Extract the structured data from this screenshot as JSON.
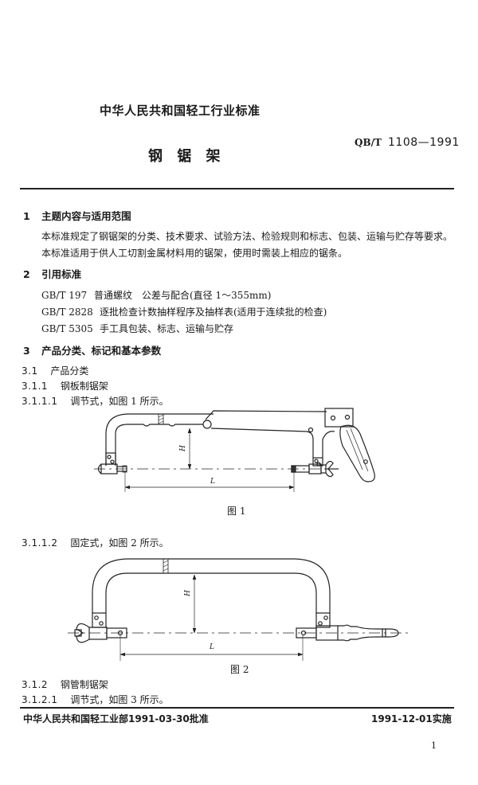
{
  "header": {
    "issuer": "中华人民共和国轻工行业标准",
    "standard_prefix": "QB/T",
    "standard_number": "1108—1991",
    "title": "钢 锯 架"
  },
  "sections": {
    "s1": {
      "number": "1",
      "heading": "主题内容与适用范围",
      "paragraphs": [
        "本标准规定了钢锯架的分类、技术要求、试验方法、检验规则和标志、包装、运输与贮存等要求。",
        "本标准适用于供人工切割金属材料用的锯架，使用时需装上相应的锯条。"
      ]
    },
    "s2": {
      "number": "2",
      "heading": "引用标准",
      "refs": [
        {
          "code": "GB/T 197",
          "title": "普通螺纹　公差与配合(直径 1～355mm)"
        },
        {
          "code": "GB/T 2828",
          "title": "逐批检查计数抽样程序及抽样表(适用于连续批的检查)"
        },
        {
          "code": "GB/T 5305",
          "title": "手工具包装、标志、运输与贮存"
        }
      ]
    },
    "s3": {
      "number": "3",
      "heading": "产品分类、标记和基本参数",
      "items": [
        {
          "number": "3.1",
          "text": "产品分类"
        },
        {
          "number": "3.1.1",
          "text": "钢板制锯架"
        },
        {
          "number": "3.1.1.1",
          "text": "调节式，如图 1 所示。"
        },
        {
          "number": "3.1.1.2",
          "text": "固定式，如图 2 所示。"
        },
        {
          "number": "3.1.2",
          "text": "钢管制锯架"
        },
        {
          "number": "3.1.2.1",
          "text": "调节式，如图 3 所示。"
        }
      ]
    }
  },
  "figures": {
    "fig1": {
      "caption": "图 1",
      "label_h": "H",
      "label_l": "L"
    },
    "fig2": {
      "caption": "图 2",
      "label_h": "H",
      "label_l": "L"
    }
  },
  "footer": {
    "approval": "中华人民共和国轻工业部1991-03-30批准",
    "effective": "1991-12-01实施",
    "page_number": "1"
  }
}
